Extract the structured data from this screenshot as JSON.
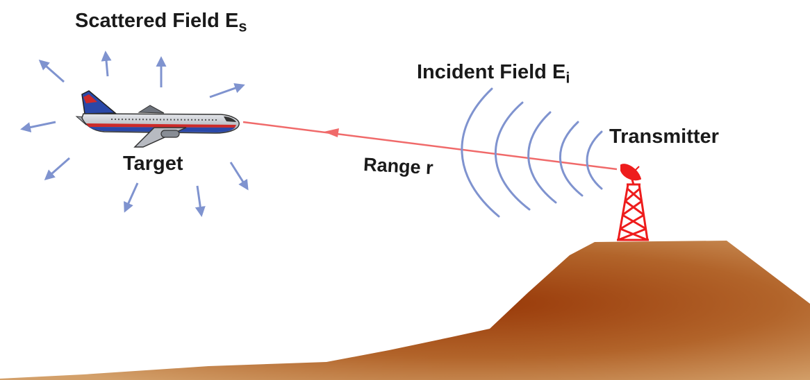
{
  "labels": {
    "scattered": {
      "text": "Scattered Field E",
      "sub": "s"
    },
    "incident": {
      "text": "Incident Field E",
      "sub": "i"
    },
    "transmitter": "Transmitter",
    "target": "Target",
    "range": "Range r"
  },
  "colors": {
    "beam": "#f06a6a",
    "wave_arcs": "#7f93cf",
    "scatter_arrows": "#7f93cf",
    "tower": "#ee1c1c",
    "hill_dark": "#9a3c06",
    "hill_light": "#c8884a",
    "aircraft_body": "#c9ccd2",
    "aircraft_stripe_red": "#cc2a2a",
    "aircraft_stripe_blue": "#2a48a8"
  },
  "icons": {
    "target": "airliner-icon",
    "transmitter": "radar-tower-icon",
    "terrain": "hill-icon"
  }
}
